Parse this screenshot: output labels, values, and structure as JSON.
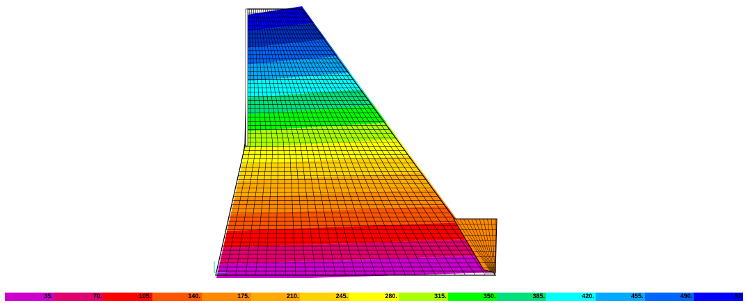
{
  "viewport": {
    "title": "",
    "contour_colors": [
      "#cc00cc",
      "#e0006e",
      "#ff0000",
      "#ff5500",
      "#ff8800",
      "#ffaa00",
      "#ffd200",
      "#ffff00",
      "#aaff00",
      "#00ff00",
      "#00e07a",
      "#00ffff",
      "#00aaff",
      "#0066ff",
      "#0033cc",
      "#0000ff"
    ],
    "mesh_line_color": "#000000",
    "axis_marker_color": "#00cccc"
  },
  "legend": {
    "items": [
      {
        "label": "35.",
        "color": "#cc00cc"
      },
      {
        "label": "70.",
        "color": "#e0006e"
      },
      {
        "label": "105.",
        "color": "#ff0000"
      },
      {
        "label": "140.",
        "color": "#ff5500"
      },
      {
        "label": "175.",
        "color": "#ff8800"
      },
      {
        "label": "210.",
        "color": "#ffaa00"
      },
      {
        "label": "245.",
        "color": "#ffd200"
      },
      {
        "label": "280.",
        "color": "#ffff00"
      },
      {
        "label": "315.",
        "color": "#aaff00"
      },
      {
        "label": "350.",
        "color": "#00ff00"
      },
      {
        "label": "385.",
        "color": "#00e07a"
      },
      {
        "label": "420.",
        "color": "#00ffff"
      },
      {
        "label": "455.",
        "color": "#00aaff"
      },
      {
        "label": "490.",
        "color": "#0066ff"
      },
      {
        "label": "52",
        "color": "#0000ff"
      }
    ]
  }
}
